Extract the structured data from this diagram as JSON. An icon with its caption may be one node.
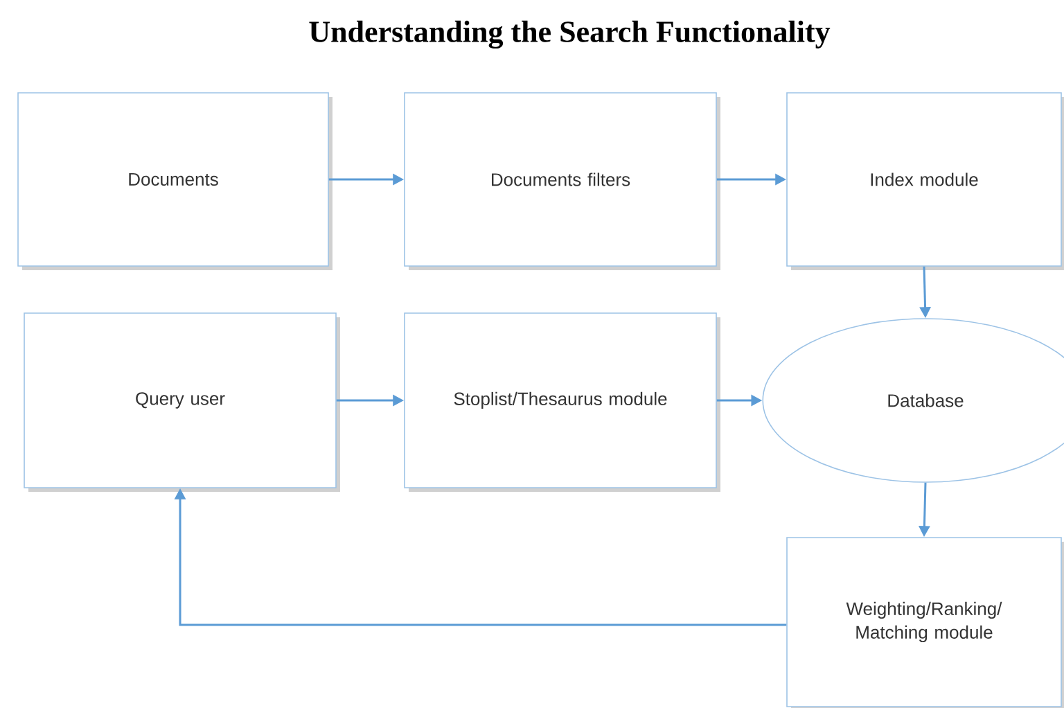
{
  "diagram": {
    "title": "Understanding the Search Functionality",
    "nodes": [
      {
        "text": [
          "Documents"
        ]
      },
      {
        "text": [
          "Documents filters"
        ]
      },
      {
        "text": [
          "Index module"
        ]
      },
      {
        "text": [
          "Query user"
        ]
      },
      {
        "text": [
          "Stoplist/Thesaurus module"
        ]
      },
      {
        "text": [
          "Database"
        ]
      },
      {
        "text": [
          "Weighting/Ranking/ Matching module"
        ]
      }
    ],
    "edges": [
      {
        "from": 0,
        "to": 1,
        "arrow": "to"
      },
      {
        "from": 1,
        "to": 2,
        "arrow": "to"
      },
      {
        "from": 2,
        "to": 5,
        "arrow": "to"
      },
      {
        "from": 3,
        "to": 4,
        "arrow": "to"
      },
      {
        "from": 4,
        "to": 5,
        "arrow": "to"
      },
      {
        "from": 5,
        "to": 6,
        "arrow": "to"
      },
      {
        "from": 6,
        "to": 3,
        "arrow": "to"
      }
    ]
  }
}
